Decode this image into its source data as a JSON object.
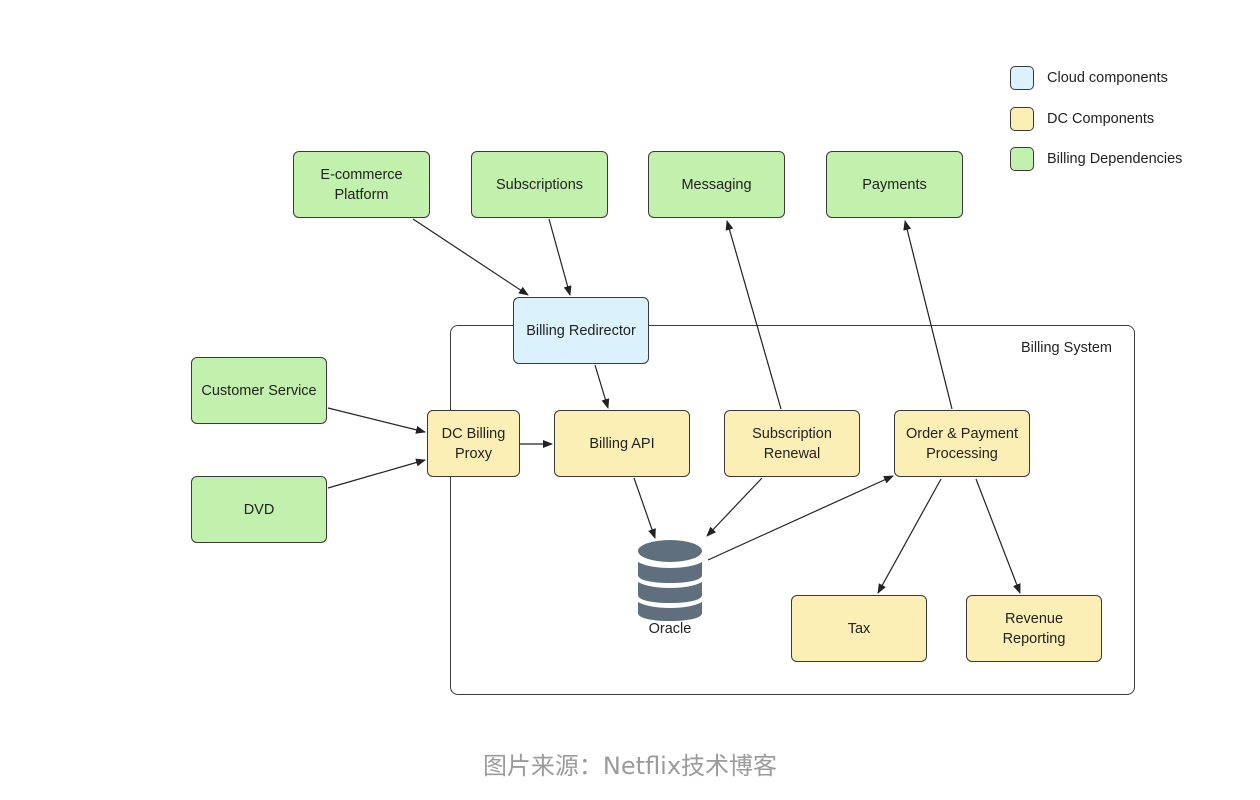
{
  "legend": {
    "items": [
      {
        "label": "Cloud components",
        "color": "#dbf1fb"
      },
      {
        "label": "DC Components",
        "color": "#fcefb5"
      },
      {
        "label": "Billing Dependencies",
        "color": "#c2f0ad"
      }
    ]
  },
  "system": {
    "label": "Billing System"
  },
  "nodes": {
    "ecommerce": "E-commerce\nPlatform",
    "subscriptions": "Subscriptions",
    "messaging": "Messaging",
    "payments": "Payments",
    "billing_redirector": "Billing Redirector",
    "customer_service": "Customer Service",
    "dvd": "DVD",
    "dc_billing_proxy": "DC Billing\nProxy",
    "billing_api": "Billing API",
    "subscription_renewal": "Subscription\nRenewal",
    "order_payment": "Order & Payment\nProcessing",
    "tax": "Tax",
    "revenue_reporting": "Revenue\nReporting"
  },
  "database": {
    "label": "Oracle",
    "icon": "database-icon"
  },
  "colors": {
    "cloud": "#dbf1fb",
    "dc": "#fcefb5",
    "dependency": "#c2f0ad",
    "oracle": "#5f6f7d",
    "stroke": "#3a3a3a"
  },
  "caption": "图片来源：Netflix技术博客"
}
